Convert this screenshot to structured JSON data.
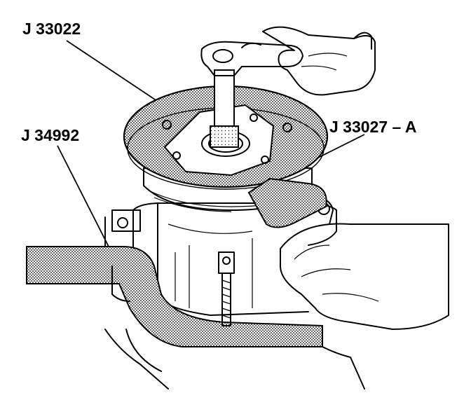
{
  "callouts": {
    "j33022": "J 33022",
    "j34992": "J 34992",
    "j33027a": "J 33027 – A"
  },
  "colors": {
    "ink": "#000000",
    "stipple": "#9a9a9a",
    "paper": "#ffffff"
  }
}
